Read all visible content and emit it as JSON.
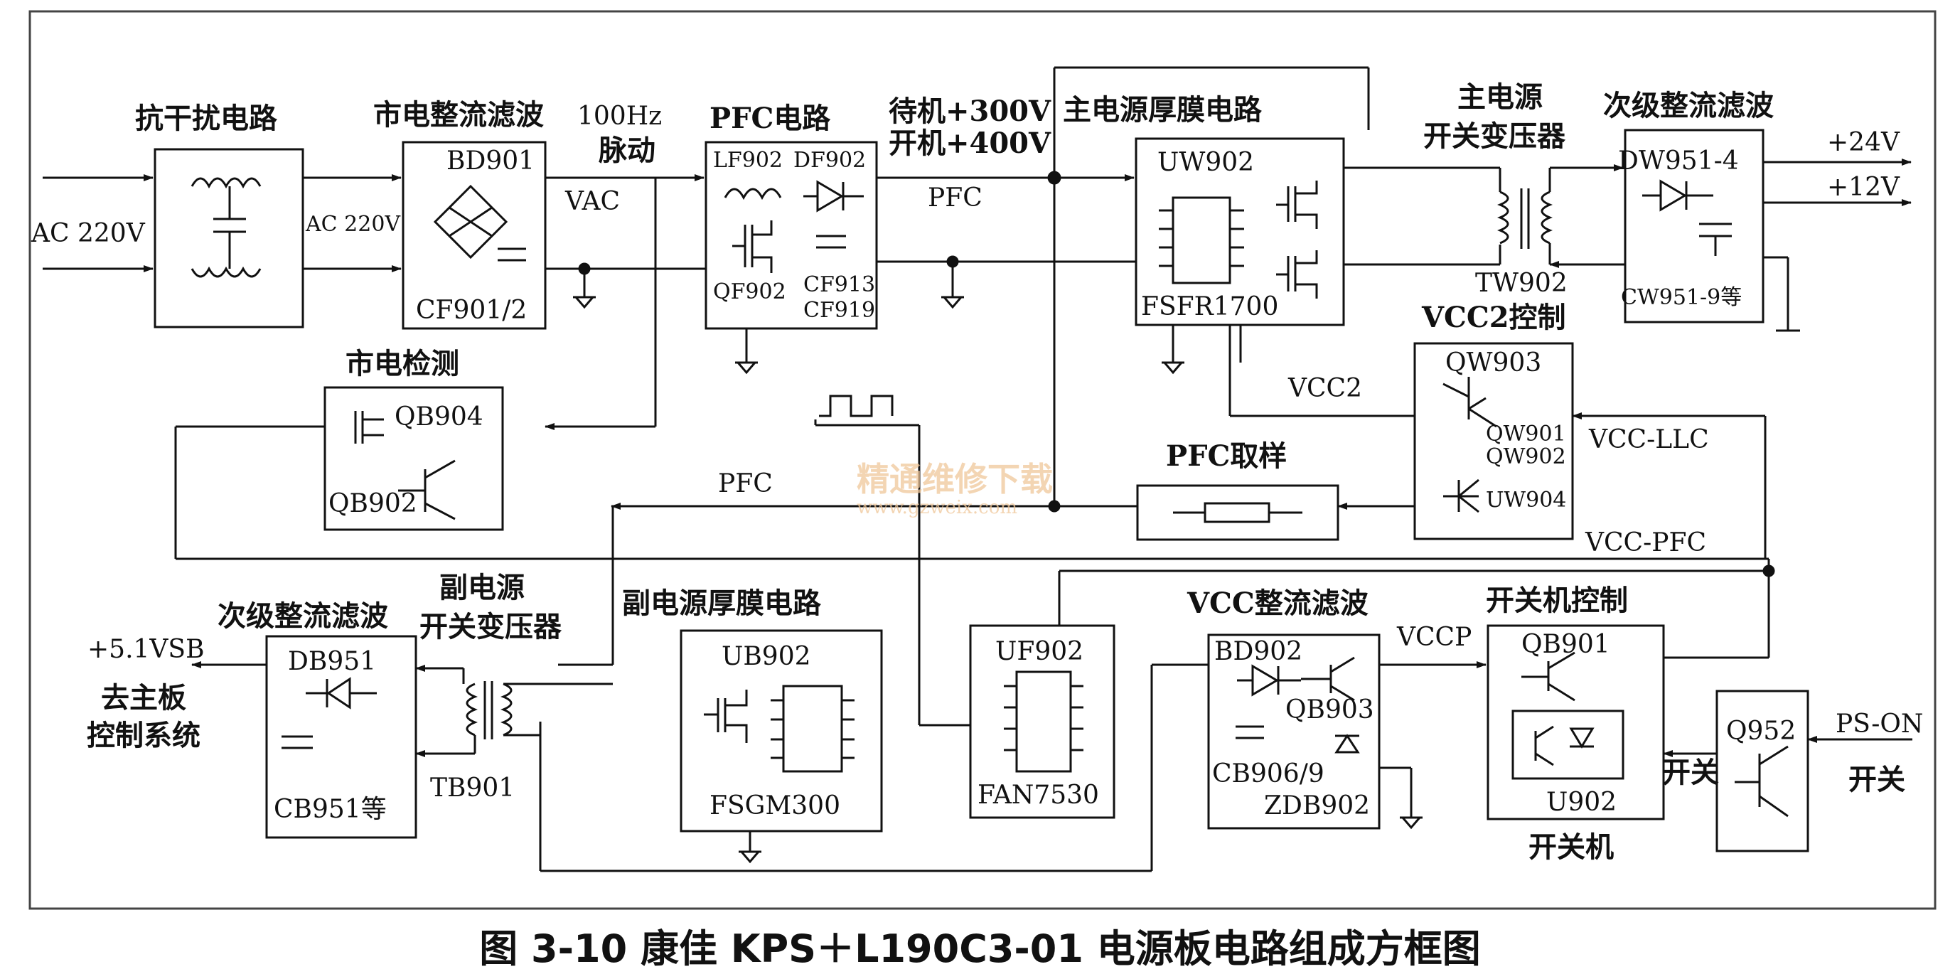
{
  "caption": "图 3-10   康佳 KPS＋L190C3-01 电源板电路组成方框图",
  "watermark": {
    "text": "精通维修下载",
    "url": "www.gzweix.com"
  },
  "colors": {
    "line": "#111111",
    "frame": "#444444",
    "watermark": "#f0c79a"
  },
  "blocks": {
    "emi": {
      "title": "抗干扰电路"
    },
    "rect_main": {
      "title": "市电整流滤波",
      "ref1": "BD901",
      "ref2": "CF901/2"
    },
    "pfc": {
      "title": "PFC电路",
      "ref1": "LF902",
      "ref2": "DF902",
      "ref3": "QF902",
      "ref4": "CF913",
      "ref5": "CF919"
    },
    "main_ic": {
      "title": "主电源厚膜电路",
      "ref1": "UW902",
      "ref2": "FSFR1700"
    },
    "main_xfmr": {
      "title1": "主电源",
      "title2": "开关变压器",
      "ref": "TW902"
    },
    "sec_rect": {
      "title": "次级整流滤波",
      "ref1": "DW951-4",
      "ref2": "CW951-9等"
    },
    "vcc2": {
      "title": "VCC2控制",
      "ref1": "QW903",
      "ref2": "QW901",
      "ref3": "QW902",
      "ref4": "UW904"
    },
    "mains_det": {
      "title": "市电检测",
      "ref1": "QB904",
      "ref2": "QB902"
    },
    "pfc_sample": {
      "title": "PFC取样"
    },
    "sub_rect": {
      "title": "次级整流滤波",
      "ref1": "DB951",
      "ref2": "CB951等"
    },
    "sub_xfmr": {
      "title1": "副电源",
      "title2": "开关变压器",
      "ref": "TB901"
    },
    "sub_ic": {
      "title": "副电源厚膜电路",
      "ref1": "UB902",
      "ref2": "FSGM300"
    },
    "pfc_ic": {
      "ref1": "UF902",
      "ref2": "FAN7530"
    },
    "vcc_rect": {
      "title": "VCC整流滤波",
      "ref1": "BD902",
      "ref2": "QB903",
      "ref3": "CB906/9",
      "ref4": "ZDB902"
    },
    "onoff": {
      "title": "开关机控制",
      "ref1": "QB901",
      "ref2": "U902",
      "label": "开关机"
    },
    "q952": {
      "ref": "Q952"
    }
  },
  "signals": {
    "ac220_in": "AC 220V",
    "ac220_mid": "AC 220V",
    "hz": "100Hz",
    "pulse": "脉动",
    "vac": "VAC",
    "standby": "待机+300V",
    "on": "开机+400V",
    "pfc_top": "PFC",
    "pfc_mid": "PFC",
    "v24": "+24V",
    "v12": "+12V",
    "vcc2": "VCC2",
    "vcc_llc": "VCC-LLC",
    "vcc_pfc": "VCC-PFC",
    "vccp": "VCCP",
    "vsb": "+5.1VSB",
    "to_main1": "去主板",
    "to_main2": "控制系统",
    "ps_on": "PS-ON",
    "switch1": "开关",
    "switch2": "开关"
  }
}
